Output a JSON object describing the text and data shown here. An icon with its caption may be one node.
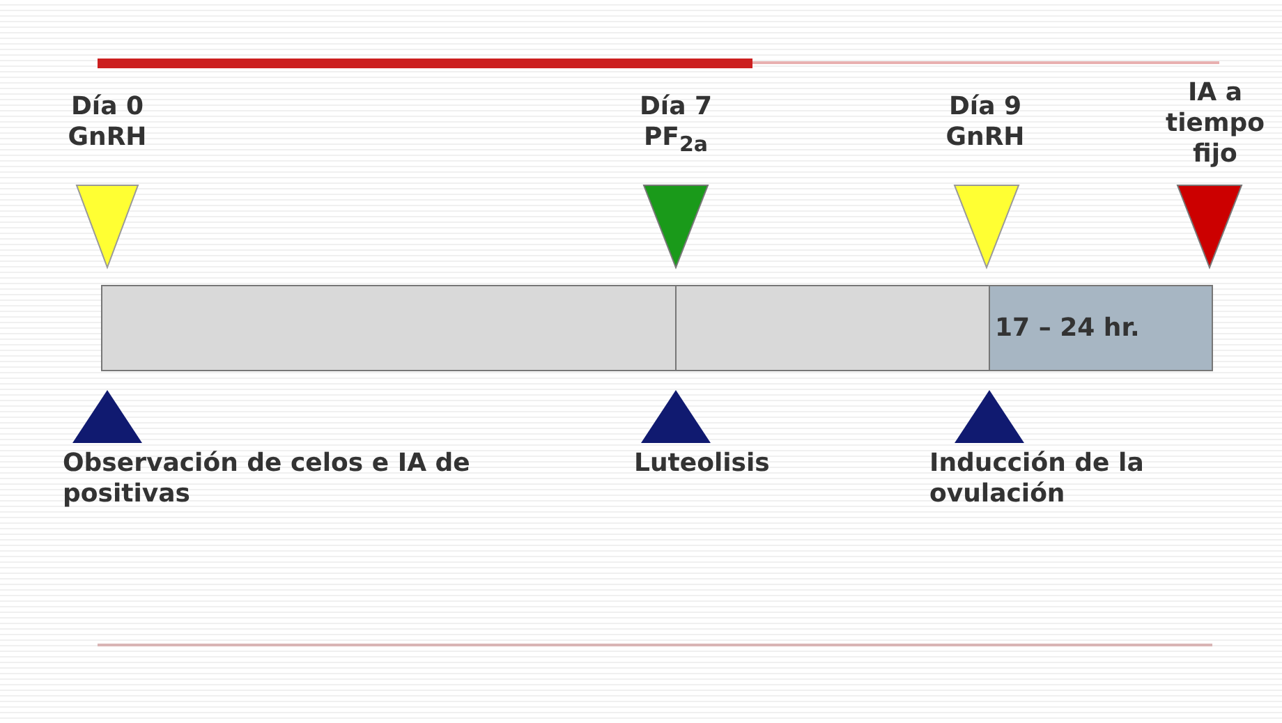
{
  "diagram": {
    "labels": [
      "Día 0 GnRH",
      "Día 7 PF$_{2a}$",
      "Día 9 GnRH",
      "IA a tiempo fijo",
      "17 – 24 hr.",
      "Observación de celos e IA de positivas",
      "Luteolisis",
      "Inducción de la ovulación"
    ]
  }
}
